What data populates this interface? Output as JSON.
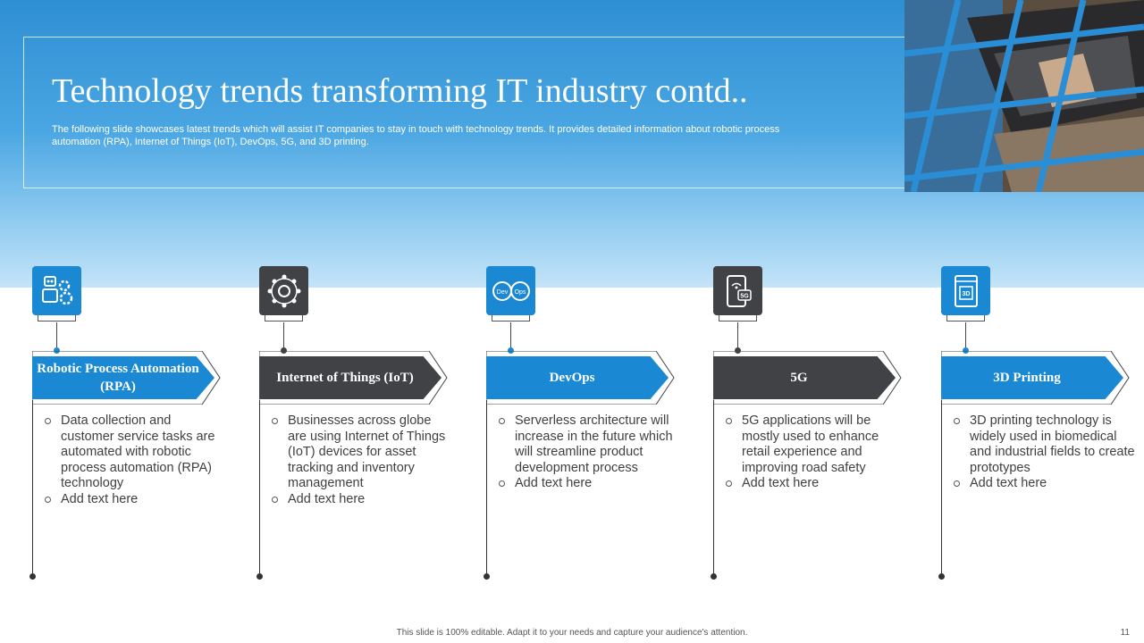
{
  "slide": {
    "title": "Technology trends transforming IT industry contd..",
    "subtitle": "The following slide showcases latest trends which will assist IT companies to stay in touch with technology trends. It provides detailed information about robotic process automation (RPA), Internet of Things (IoT), DevOps, 5G, and 3D printing.",
    "footer": "This slide is 100% editable. Adapt it to your needs and capture your audience's attention.",
    "page_number": "11"
  },
  "colors": {
    "blue": "#1b88d3",
    "dark": "#404245",
    "sky_top": "#2e8fd3"
  },
  "columns": [
    {
      "heading": "Robotic Process Automation  (RPA)",
      "icon": "robot-gears-icon",
      "style": "blue",
      "points": [
        "Data collection and customer service tasks are automated with robotic process automation (RPA) technology",
        "Add text here"
      ]
    },
    {
      "heading": "Internet of Things (IoT)",
      "icon": "iot-network-icon",
      "style": "dark",
      "points": [
        "Businesses across globe are using Internet of Things (IoT) devices for asset tracking and inventory management",
        "Add text here"
      ]
    },
    {
      "heading": "DevOps",
      "icon": "devops-icon",
      "style": "blue",
      "points": [
        "Serverless architecture will increase in the future which will streamline product development process",
        "Add text here"
      ]
    },
    {
      "heading": "5G",
      "icon": "5g-phone-icon",
      "style": "dark",
      "points": [
        "5G applications will be mostly used to enhance retail experience and improving road safety",
        "Add text here"
      ]
    },
    {
      "heading": "3D Printing",
      "icon": "3d-printer-icon",
      "style": "blue",
      "points": [
        "3D printing technology is widely used in biomedical and industrial fields to create prototypes",
        "Add text here"
      ]
    }
  ],
  "icon_labels": {
    "dev": "Dev",
    "ops": "Ops",
    "g5": "5G",
    "print3d": "3D"
  }
}
